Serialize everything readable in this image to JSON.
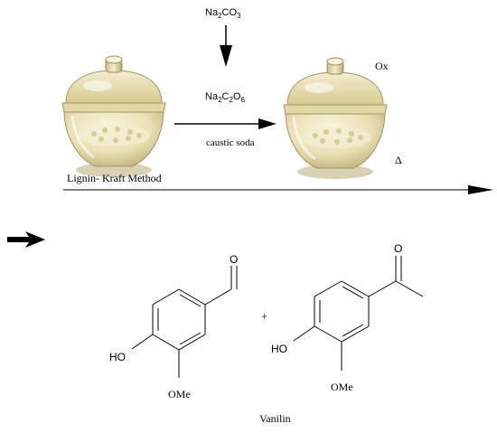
{
  "reagents": {
    "top_formula": [
      "Na",
      "2",
      "CO",
      "3"
    ],
    "middle_formula": [
      "Na",
      "2",
      "C",
      "2",
      "O",
      "6"
    ],
    "caustic": "caustic soda",
    "oxidant": "Ox",
    "heat": "Δ"
  },
  "start_label": "Lignin- Kraft Method",
  "products": {
    "plus": "+",
    "left": {
      "hydroxyl": "HO",
      "methoxy": "OMe",
      "carbonyl_oxygen": "O"
    },
    "right": {
      "hydroxyl": "HO",
      "methoxy": "OMe",
      "carbonyl_oxygen": "O"
    },
    "caption": "Vanilin"
  },
  "icons": [
    "desiccator-icon",
    "desiccator-icon",
    "arrow-right-icon",
    "arrow-down-icon"
  ]
}
